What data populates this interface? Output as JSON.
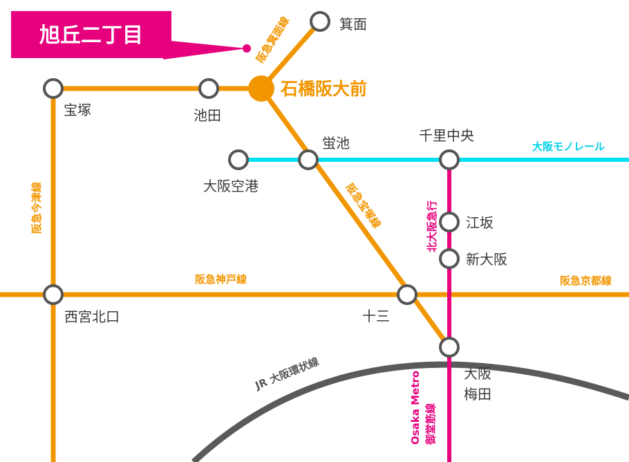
{
  "colors": {
    "hankyu": "#f29600",
    "monorail": "#00e0f0",
    "kitakyu": "#e6007e",
    "jr": "#5a5a5a",
    "callout_bg": "#e6007e",
    "station_fill": "#ffffff",
    "station_stroke": "#555555"
  },
  "callout": {
    "label": "旭丘二丁目"
  },
  "stations": {
    "mino": "箕面",
    "ishibashi": "石橋阪大前",
    "takarazuka": "宝塚",
    "ikeda": "池田",
    "hotarugaike": "蛍池",
    "senri_chuo": "千里中央",
    "osaka_airport": "大阪空港",
    "esaka": "江坂",
    "shin_osaka": "新大阪",
    "nishinomiya": "西宮北口",
    "juso": "十三",
    "umeda_1": "大阪",
    "umeda_2": "梅田"
  },
  "lines": {
    "mino_line": "阪急箕面線",
    "takarazuka_line": "阪急宝塚線",
    "imazu_line": "阪急今津線",
    "kobe_line": "阪急神戸線",
    "kyoto_line": "阪急京都線",
    "monorail": "大阪モノレール",
    "kitakyu": "北大阪急行",
    "jr_loop": "JR 大阪環状線",
    "metro_1": "Osaka Metro",
    "metro_2": "御堂筋線"
  }
}
